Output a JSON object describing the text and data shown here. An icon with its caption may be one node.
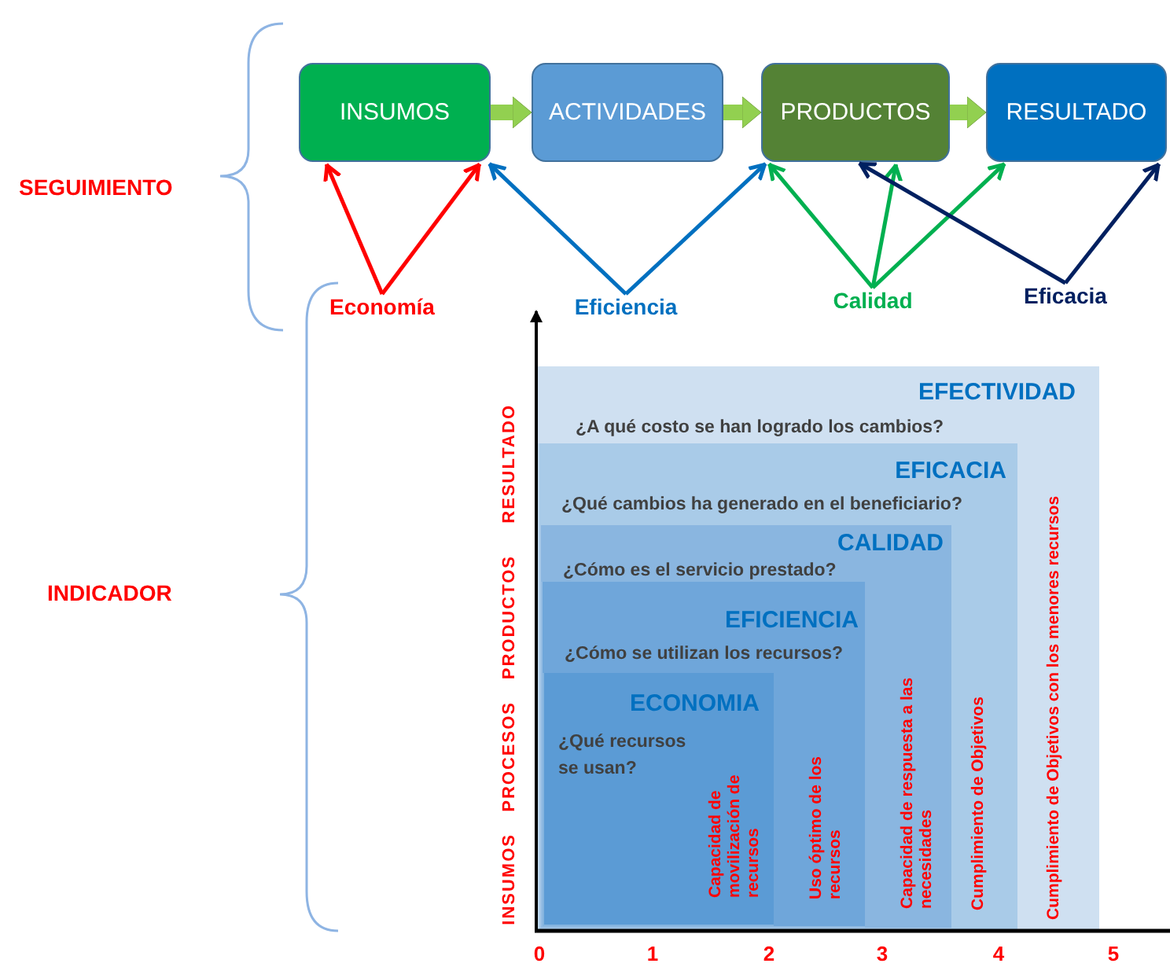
{
  "diagram": {
    "nodes": [
      {
        "text": [
          "INSUMOS"
        ]
      },
      {
        "text": [
          "ACTIVIDADES"
        ]
      },
      {
        "text": [
          "PRODUCTOS"
        ]
      },
      {
        "text": [
          "RESULTADO"
        ]
      },
      {
        "text": [
          "Economía"
        ]
      },
      {
        "text": [
          "Eficiencia"
        ]
      },
      {
        "text": [
          "Calidad"
        ]
      },
      {
        "text": [
          "Eficacia"
        ]
      },
      {
        "text": [
          "EFECTIVIDAD",
          "¿A qué costo se han logrado los cambios?",
          "Cumplimiento de Objetivos con los menores recursos"
        ]
      },
      {
        "text": [
          "EFICACIA",
          "¿Qué cambios ha generado en el beneficiario?",
          "Cumplimiento de Objetivos"
        ],
        "in": 8
      },
      {
        "text": [
          "CALIDAD",
          "¿Cómo es el servicio prestado?",
          "Capacidad de respuesta a las necesidades"
        ],
        "in": 9
      },
      {
        "text": [
          "EFICIENCIA",
          "¿Cómo se utilizan los recursos?",
          "Uso óptimo de los recursos"
        ],
        "in": 10
      },
      {
        "text": [
          "ECONOMIA",
          "¿Qué recursos se usan?",
          "Capacidad de movilización de recursos"
        ],
        "in": 11
      }
    ],
    "edges": [
      {
        "from": 0,
        "to": 1,
        "arrow": "to",
        "style": "thick",
        "color": "#92d050"
      },
      {
        "from": 1,
        "to": 2,
        "arrow": "to",
        "style": "thick",
        "color": "#92d050"
      },
      {
        "from": 2,
        "to": 3,
        "arrow": "to",
        "style": "thick",
        "color": "#92d050"
      },
      {
        "from": 4,
        "to": 0,
        "arrow": "to",
        "color": "#ff0000"
      },
      {
        "from": 4,
        "to": 0,
        "arrow": "to",
        "color": "#ff0000"
      },
      {
        "from": 5,
        "to": 0,
        "arrow": "to",
        "color": "#0070c0"
      },
      {
        "from": 5,
        "to": 2,
        "arrow": "to",
        "color": "#0070c0"
      },
      {
        "from": 6,
        "to": 2,
        "arrow": "to",
        "color": "#00b050"
      },
      {
        "from": 6,
        "to": 2,
        "arrow": "to",
        "color": "#00b050"
      },
      {
        "from": 6,
        "to": 3,
        "arrow": "to",
        "color": "#00b050"
      },
      {
        "from": 7,
        "to": 2,
        "arrow": "to",
        "color": "#002060"
      },
      {
        "from": 7,
        "to": 3,
        "arrow": "to",
        "color": "#002060"
      }
    ],
    "labels": [
      "SEGUIMIENTO",
      "INDICADOR",
      "RESULTADO",
      "PRODUCTOS",
      "PROCESOS",
      "INSUMOS",
      "0",
      "1",
      "2",
      "3",
      "4",
      "5"
    ]
  }
}
